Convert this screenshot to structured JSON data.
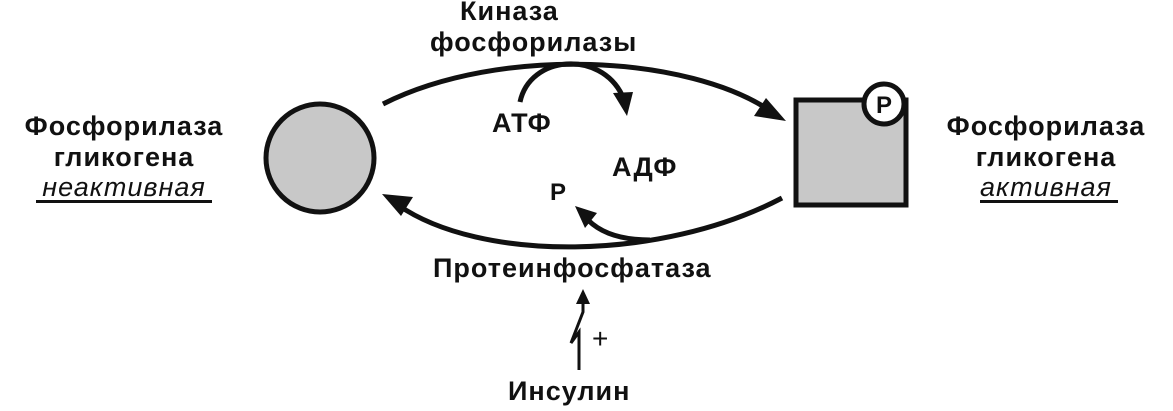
{
  "enzyme_top": {
    "line1": "Киназа",
    "line2": "фосфорилазы"
  },
  "enzyme_bottom": "Протеинфосфатаза",
  "left_state": {
    "line1": "Фосфорилаза",
    "line2": "гликогена",
    "state": "неактивная"
  },
  "right_state": {
    "line1": "Фосфорилаза",
    "line2": "гликогена",
    "state": "активная"
  },
  "cofactors": {
    "atp": "АТФ",
    "adp": "АДФ",
    "phosphate_released": "Р",
    "phosphate_badge": "P"
  },
  "regulator": {
    "name": "Инсулин",
    "sign": "+"
  },
  "colors": {
    "shape_fill": "#c8c8c8",
    "stroke": "#111111"
  }
}
